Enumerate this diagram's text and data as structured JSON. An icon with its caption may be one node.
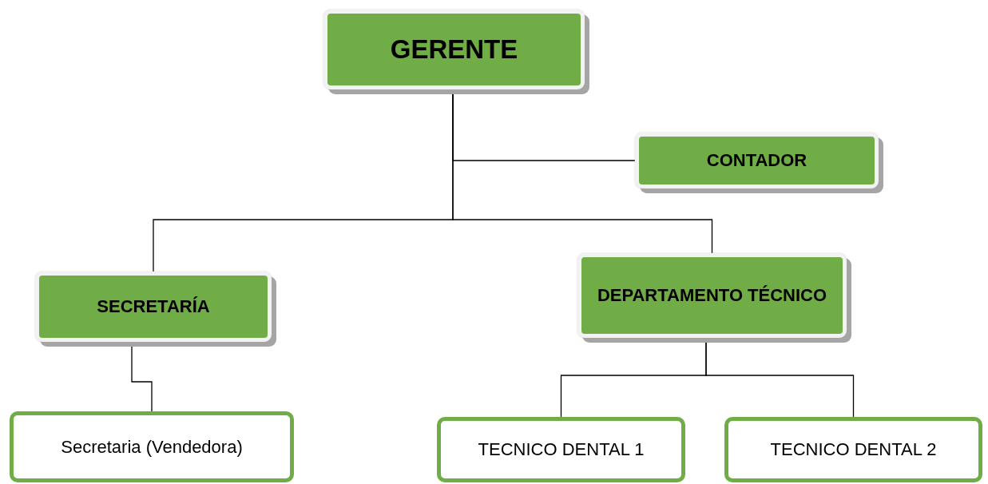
{
  "diagram": {
    "nodes": [
      {
        "text": [
          "GERENTE"
        ]
      },
      {
        "text": [
          "CONTADOR"
        ]
      },
      {
        "text": [
          "SECRETARÍA"
        ]
      },
      {
        "text": [
          "DEPARTAMENTO TÉCNICO"
        ]
      },
      {
        "text": [
          "Secretaria (Vendedora)"
        ]
      },
      {
        "text": [
          "TECNICO DENTAL 1"
        ]
      },
      {
        "text": [
          "TECNICO DENTAL 2"
        ]
      }
    ],
    "edges": [
      {
        "from": 0,
        "to": 1,
        "arrow": "none"
      },
      {
        "from": 0,
        "to": 2,
        "arrow": "none"
      },
      {
        "from": 0,
        "to": 3,
        "arrow": "none"
      },
      {
        "from": 2,
        "to": 4,
        "arrow": "none"
      },
      {
        "from": 3,
        "to": 5,
        "arrow": "none"
      },
      {
        "from": 3,
        "to": 6,
        "arrow": "none"
      }
    ]
  }
}
